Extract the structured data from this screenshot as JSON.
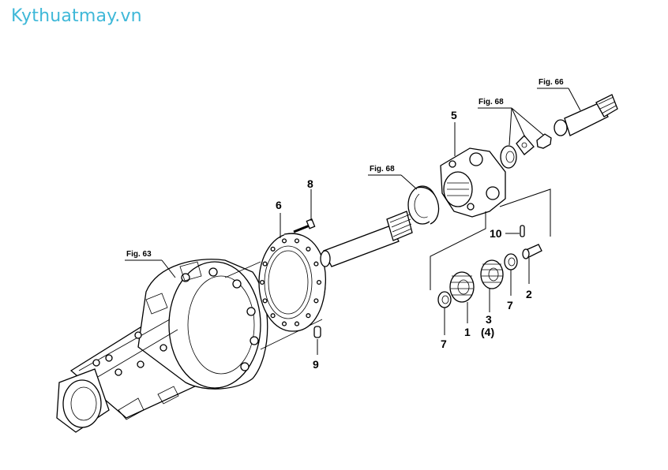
{
  "watermark": "Kythuatmay.vn",
  "figure_refs": {
    "fig63": "Fig. 63",
    "fig68_shaft": "Fig. 68",
    "fig68_top": "Fig. 68",
    "fig66": "Fig. 66"
  },
  "callouts": {
    "c1": "1",
    "c2": "2",
    "c3": "3",
    "c4": "(4)",
    "c5": "5",
    "c6": "6",
    "c7a": "7",
    "c7b": "7",
    "c8": "8",
    "c9": "9",
    "c10": "10"
  }
}
